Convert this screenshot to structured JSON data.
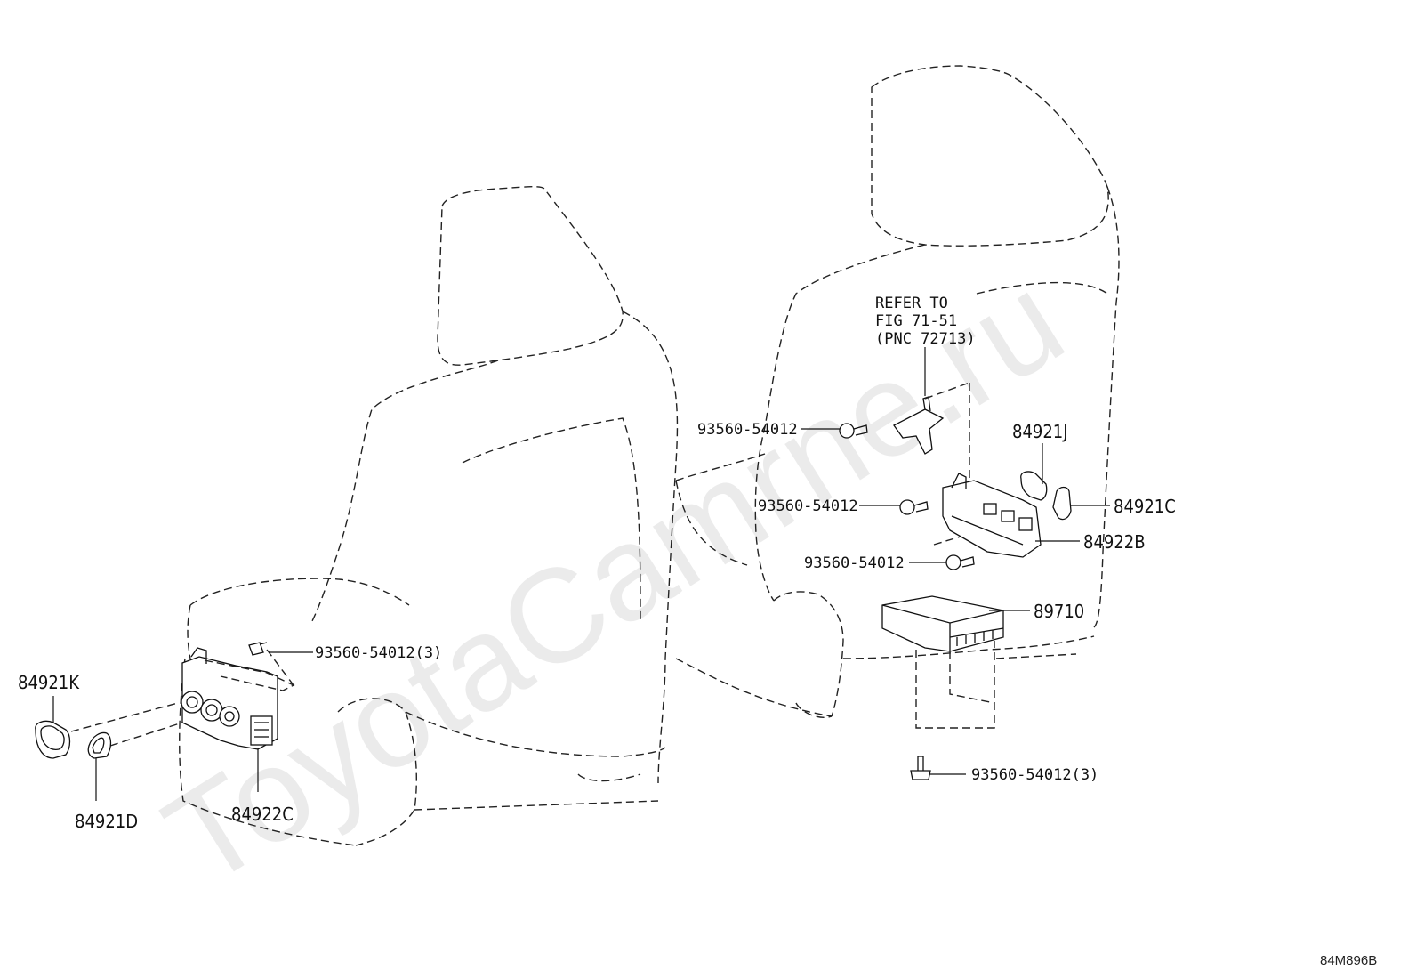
{
  "diagram": {
    "watermark": "ToyotaCamrne.ru",
    "code": "84M896B",
    "note": {
      "line1": "REFER TO",
      "line2": "FIG 71-51",
      "line3": "(PNC 72713)"
    },
    "labels": {
      "p84921K": "84921K",
      "p84921D": "84921D",
      "p84922C": "84922C",
      "screw_left": "93560-54012(3)",
      "screw_r1": "93560-54012",
      "screw_r2": "93560-54012",
      "screw_r3": "93560-54012",
      "p84921J": "84921J",
      "p84921C": "84921C",
      "p84922B": "84922B",
      "p89710": "89710",
      "screw_bottom": "93560-54012(3)"
    }
  }
}
